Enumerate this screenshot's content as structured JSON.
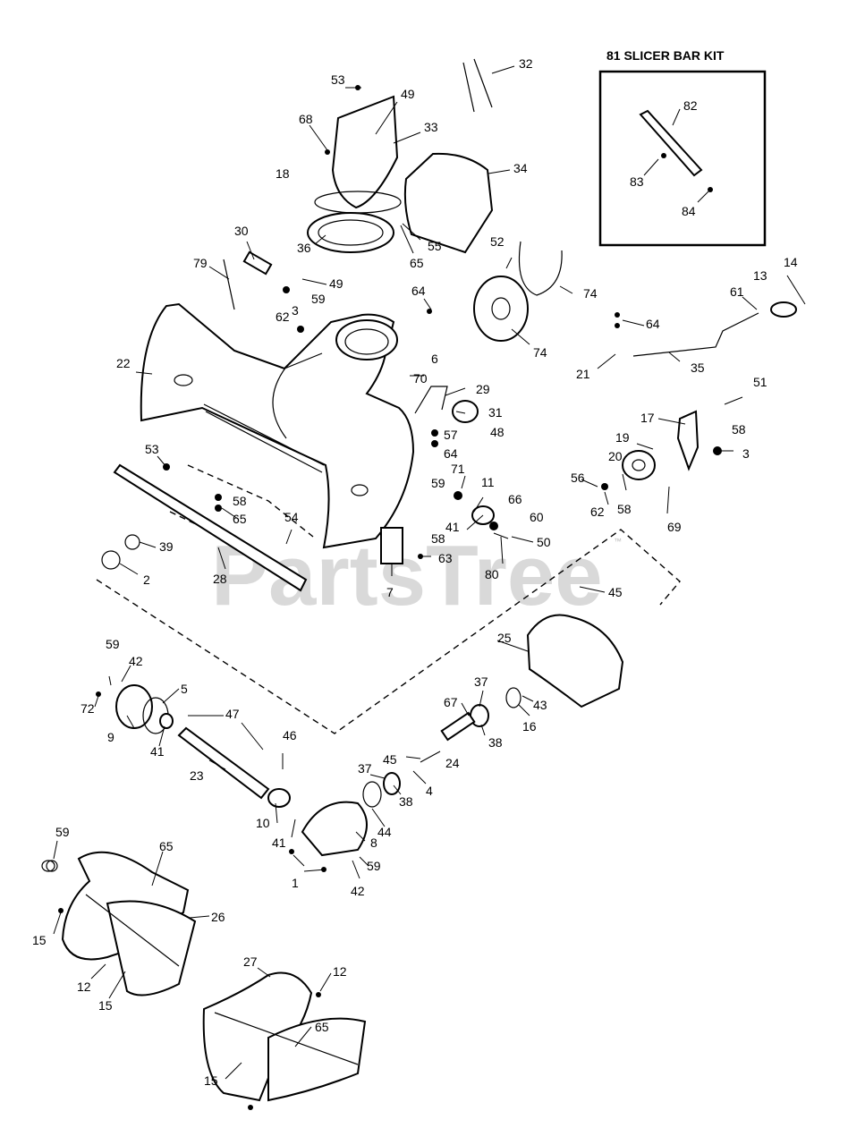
{
  "watermark": {
    "text": "PartsTree",
    "mark": "™"
  },
  "kit_box": {
    "title": "81 SLICER BAR KIT"
  },
  "callouts": [
    "1",
    "2",
    "3",
    "4",
    "5",
    "6",
    "7",
    "8",
    "9",
    "10",
    "11",
    "12",
    "13",
    "14",
    "15",
    "16",
    "17",
    "18",
    "19",
    "20",
    "21",
    "22",
    "23",
    "24",
    "25",
    "26",
    "27",
    "28",
    "29",
    "30",
    "31",
    "32",
    "33",
    "34",
    "35",
    "36",
    "37",
    "38",
    "39",
    "41",
    "42",
    "43",
    "44",
    "45",
    "46",
    "47",
    "48",
    "49",
    "50",
    "51",
    "52",
    "53",
    "54",
    "55",
    "56",
    "57",
    "58",
    "59",
    "60",
    "61",
    "62",
    "63",
    "64",
    "65",
    "66",
    "67",
    "68",
    "69",
    "70",
    "71",
    "72",
    "74",
    "79",
    "80",
    "82",
    "83",
    "84"
  ]
}
